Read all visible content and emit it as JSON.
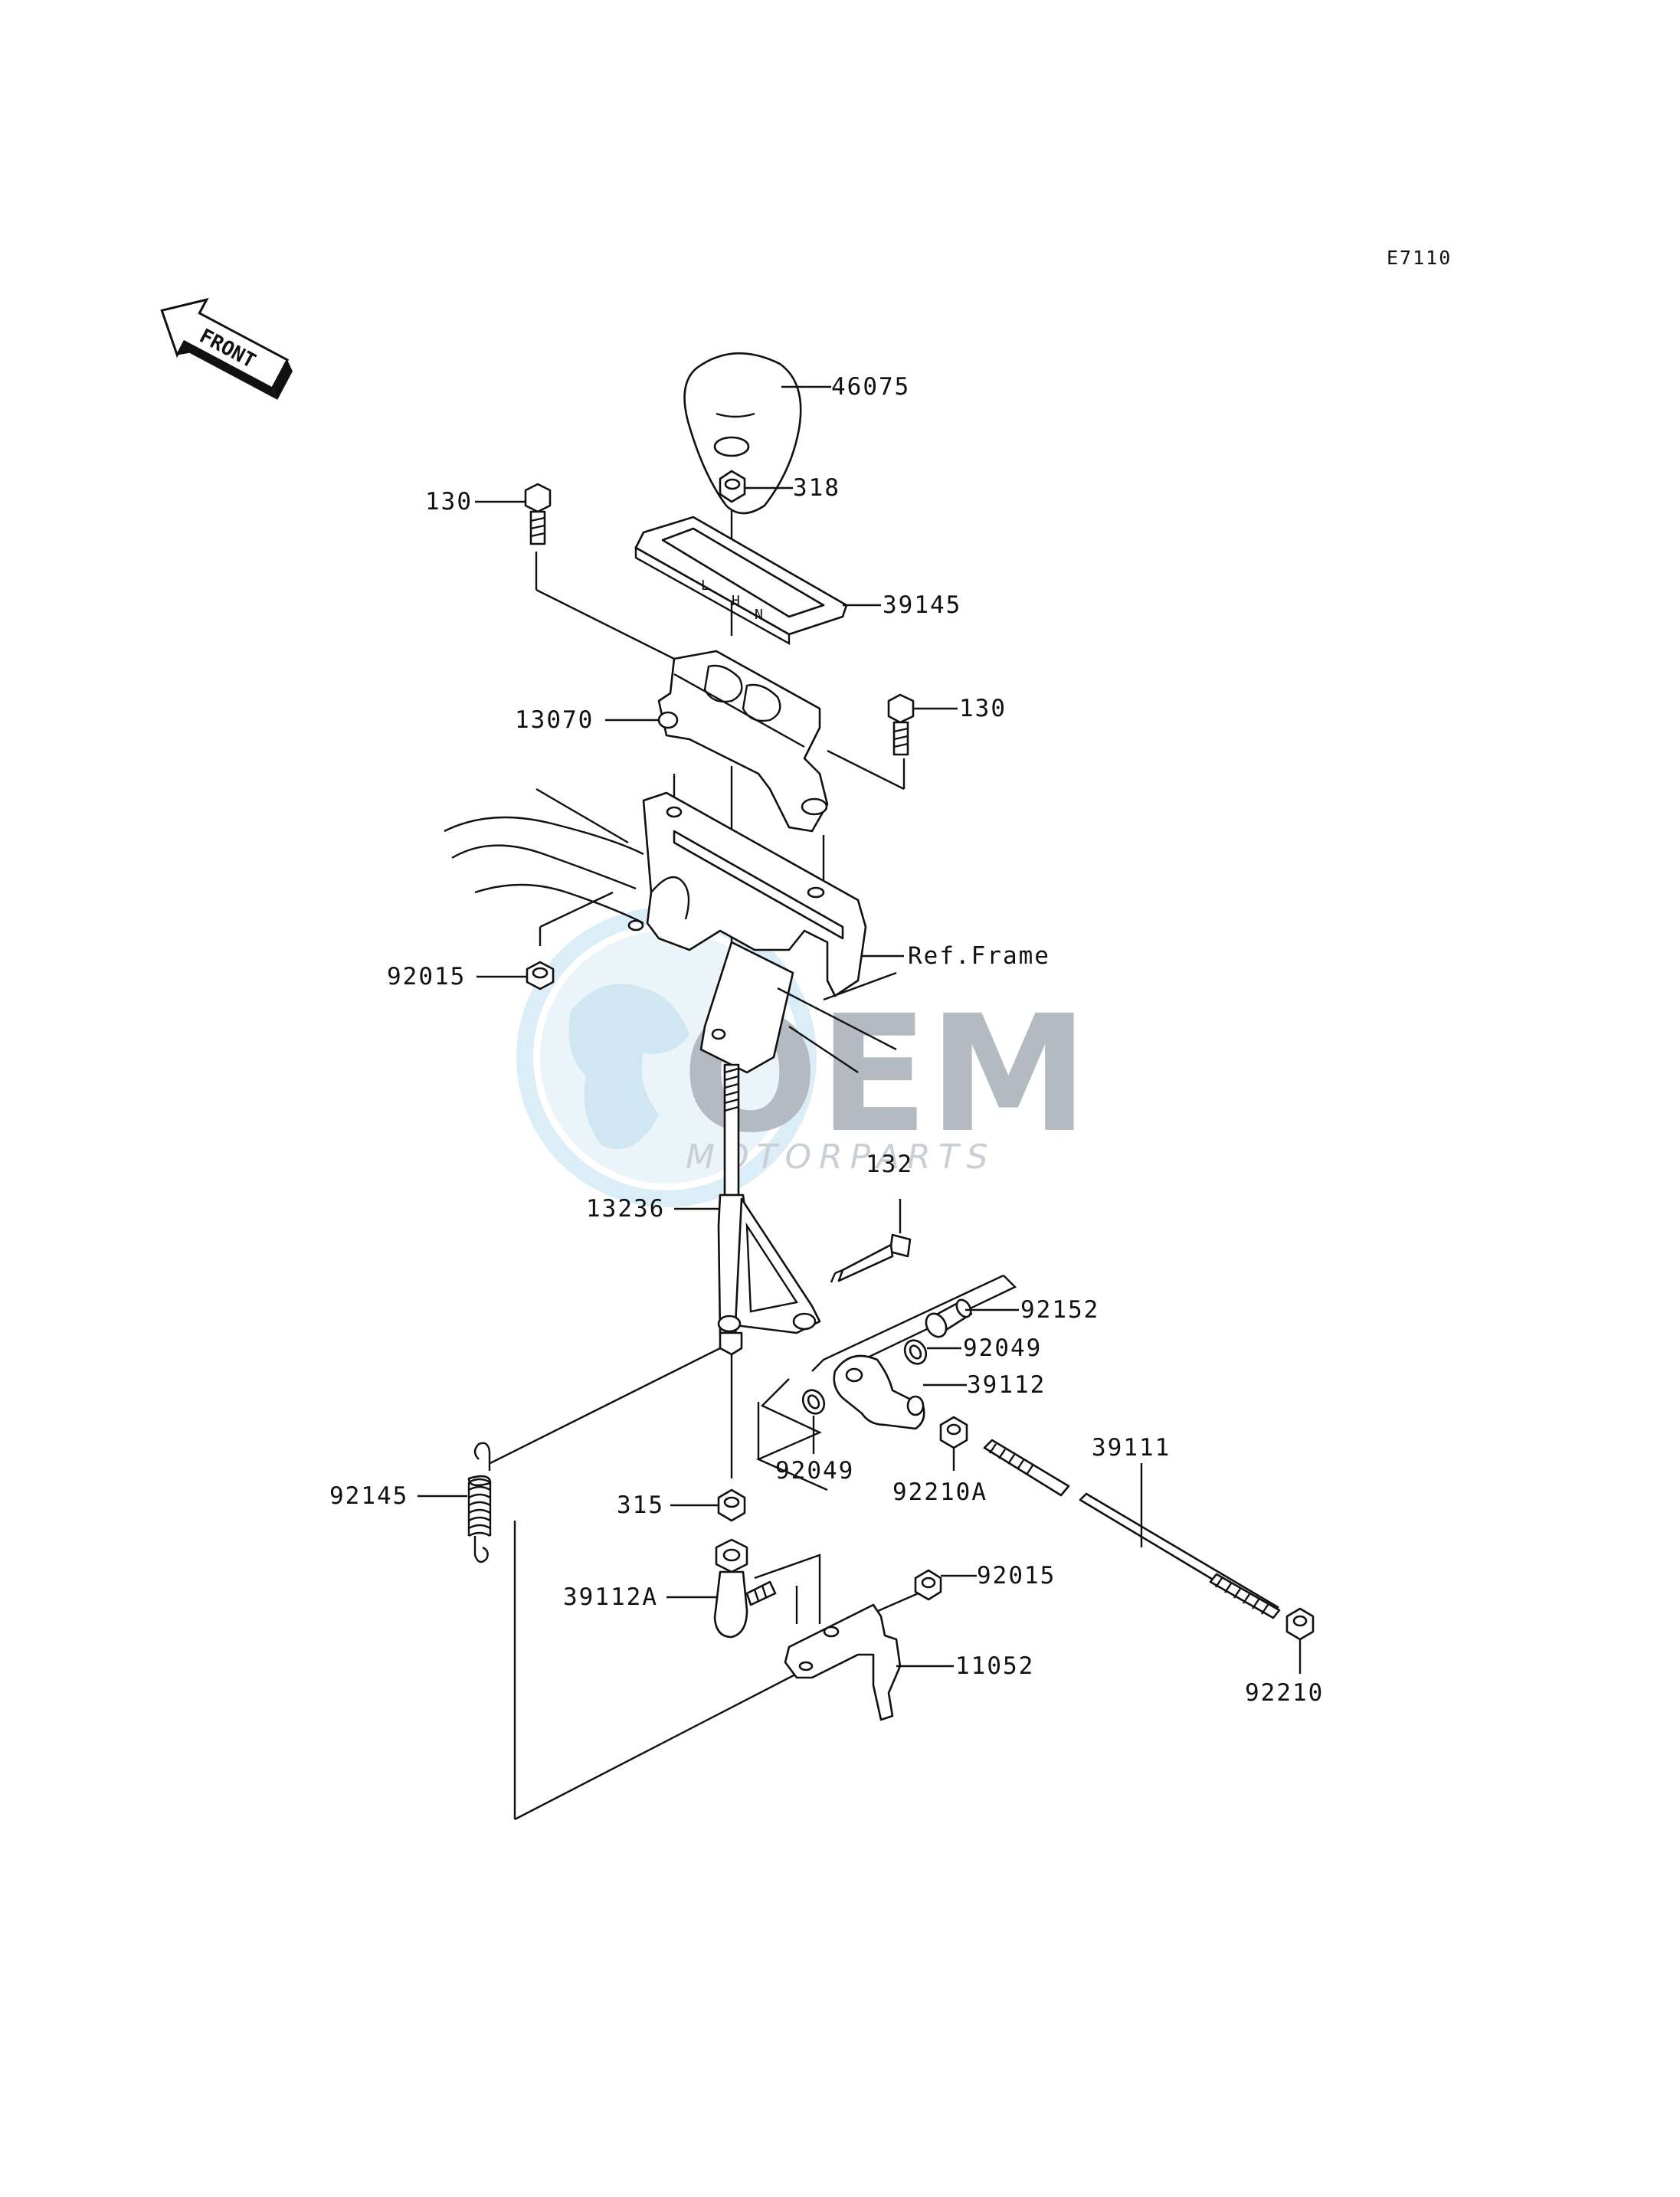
{
  "diagram": {
    "code": "E7110",
    "front_label": "FRONT",
    "watermark": {
      "main": "OEM",
      "sub": "MOTORPARTS"
    },
    "labels": [
      {
        "id": "46075",
        "text": "46075"
      },
      {
        "id": "318",
        "text": "318"
      },
      {
        "id": "130a",
        "text": "130"
      },
      {
        "id": "39145",
        "text": "39145"
      },
      {
        "id": "13070",
        "text": "13070"
      },
      {
        "id": "130b",
        "text": "130"
      },
      {
        "id": "ref-frame",
        "text": "Ref.Frame"
      },
      {
        "id": "92015a",
        "text": "92015"
      },
      {
        "id": "132",
        "text": "132"
      },
      {
        "id": "13236",
        "text": "13236"
      },
      {
        "id": "92152",
        "text": "92152"
      },
      {
        "id": "92049a",
        "text": "92049"
      },
      {
        "id": "39112",
        "text": "39112"
      },
      {
        "id": "92049b",
        "text": "92049"
      },
      {
        "id": "92210A",
        "text": "92210A"
      },
      {
        "id": "39111",
        "text": "39111"
      },
      {
        "id": "92145",
        "text": "92145"
      },
      {
        "id": "315",
        "text": "315"
      },
      {
        "id": "92015b",
        "text": "92015"
      },
      {
        "id": "39112A",
        "text": "39112A"
      },
      {
        "id": "11052",
        "text": "11052"
      },
      {
        "id": "92210",
        "text": "92210"
      }
    ]
  }
}
